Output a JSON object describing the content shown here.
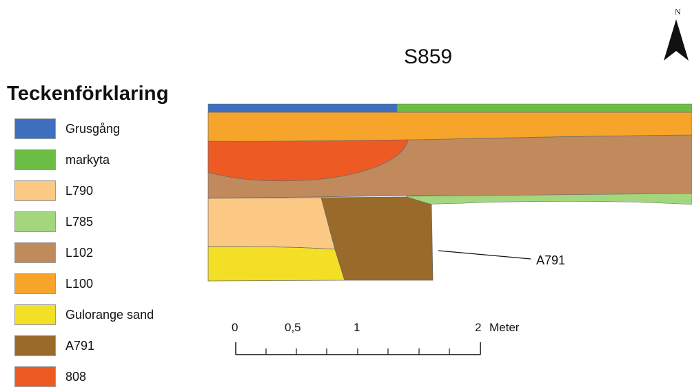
{
  "map": {
    "title": "S859",
    "north_arrow": {
      "letter": "N",
      "icon": "north-arrow-icon"
    },
    "feature_label": "A791"
  },
  "legend": {
    "title": "Teckenförklaring",
    "items": [
      {
        "label": "Grusgång",
        "color": "#3e6fbf"
      },
      {
        "label": "markyta",
        "color": "#6cbd45"
      },
      {
        "label": "L790",
        "color": "#fcc985"
      },
      {
        "label": "L785",
        "color": "#a3d67d"
      },
      {
        "label": "L102",
        "color": "#c08a5c"
      },
      {
        "label": "L100",
        "color": "#f7a42b"
      },
      {
        "label": "Gulorange sand",
        "color": "#f3e026"
      },
      {
        "label": "A791",
        "color": "#9a6a2b"
      },
      {
        "label": "808",
        "color": "#ee5a24"
      }
    ]
  },
  "scale_bar": {
    "ticks": [
      "0",
      "0,5",
      "1",
      "2"
    ],
    "unit": "Meter"
  }
}
